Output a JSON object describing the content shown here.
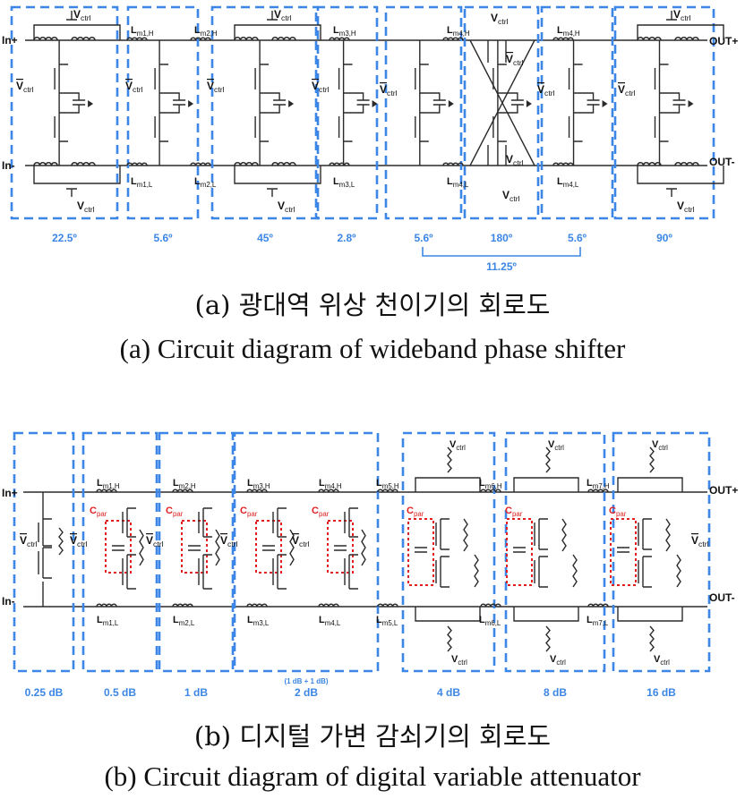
{
  "phase_shifter": {
    "stages": [
      "22.5º",
      "5.6º",
      "45º",
      "2.8º",
      "5.6º",
      "180º",
      "5.6º",
      "90º"
    ],
    "bracket_label": "11.25º",
    "terminals": {
      "in_p": "In+",
      "in_n": "In-",
      "out_p": "OUT+",
      "out_n": "OUT-"
    },
    "ctrl_main": "V",
    "ctrl_sub": "ctrl",
    "inductors_top": [
      {
        "main": "L",
        "sub": "m1,H"
      },
      {
        "main": "L",
        "sub": "m2,H"
      },
      {
        "main": "L",
        "sub": "m3,H"
      },
      {
        "main": "L",
        "sub": "m4,H"
      },
      {
        "main": "L",
        "sub": "m4,H"
      }
    ],
    "inductors_bottom": [
      {
        "main": "L",
        "sub": "m1,L"
      },
      {
        "main": "L",
        "sub": "m2,L"
      },
      {
        "main": "L",
        "sub": "m3,L"
      },
      {
        "main": "L",
        "sub": "m4,L"
      },
      {
        "main": "L",
        "sub": "m4,L"
      }
    ]
  },
  "attenuator": {
    "stages": [
      "0.25 dB",
      "0.5 dB",
      "1 dB",
      "2 dB",
      "4 dB",
      "8 dB",
      "16 dB"
    ],
    "sub_note": "(1 dB + 1 dB)",
    "terminals": {
      "in_p": "In+",
      "in_n": "In-",
      "out_p": "OUT+",
      "out_n": "OUT-"
    },
    "ctrl_main": "V",
    "ctrl_sub": "ctrl",
    "cpar_main": "C",
    "cpar_sub": "par",
    "inductors_top": [
      {
        "main": "L",
        "sub": "m1,H"
      },
      {
        "main": "L",
        "sub": "m2,H"
      },
      {
        "main": "L",
        "sub": "m3,H"
      },
      {
        "main": "L",
        "sub": "m4,H"
      },
      {
        "main": "L",
        "sub": "m5,H"
      },
      {
        "main": "L",
        "sub": "m6,H"
      },
      {
        "main": "L",
        "sub": "m7,H"
      }
    ],
    "inductors_bottom": [
      {
        "main": "L",
        "sub": "m1,L"
      },
      {
        "main": "L",
        "sub": "m2,L"
      },
      {
        "main": "L",
        "sub": "m3,L"
      },
      {
        "main": "L",
        "sub": "m4,L"
      },
      {
        "main": "L",
        "sub": "m5,L"
      },
      {
        "main": "L",
        "sub": "m6,L"
      },
      {
        "main": "L",
        "sub": "m7,L"
      }
    ]
  },
  "captions": {
    "a_ko": "(a) 광대역 위상 천이기의 회로도",
    "a_en": "(a) Circuit diagram of wideband phase shifter",
    "b_ko": "(b) 디지털 가변 감쇠기의 회로도",
    "b_en": "(b) Circuit diagram of digital variable attenuator"
  },
  "colors": {
    "box": "#3b86e6",
    "label": "#3b86e6",
    "cpar": "#e02020",
    "wire": "#2a2a2a"
  }
}
